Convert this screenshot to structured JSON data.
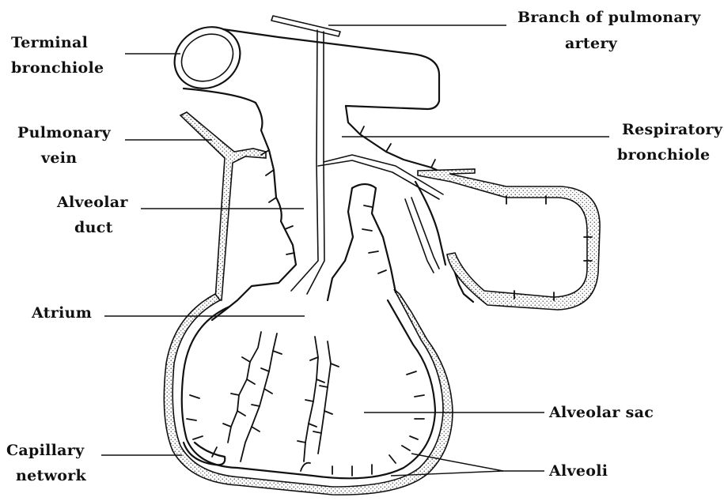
{
  "labels": {
    "terminal_bronchiole": [
      "Terminal",
      "bronchiole"
    ],
    "branch_pulmonary_artery": [
      "Branch of pulmonary",
      "artery"
    ],
    "pulmonary_vein": [
      "Pulmonary",
      "vein"
    ],
    "respiratory_bronchiole": [
      "Respiratory",
      "bronchiole"
    ],
    "alveolar_duct": [
      "Alveolar",
      "duct"
    ],
    "atrium": "Atrium",
    "alveolar_sac": "Alveolar sac",
    "capillary_network": [
      "Capillary",
      "network"
    ],
    "alveoli": "Alveoli"
  }
}
